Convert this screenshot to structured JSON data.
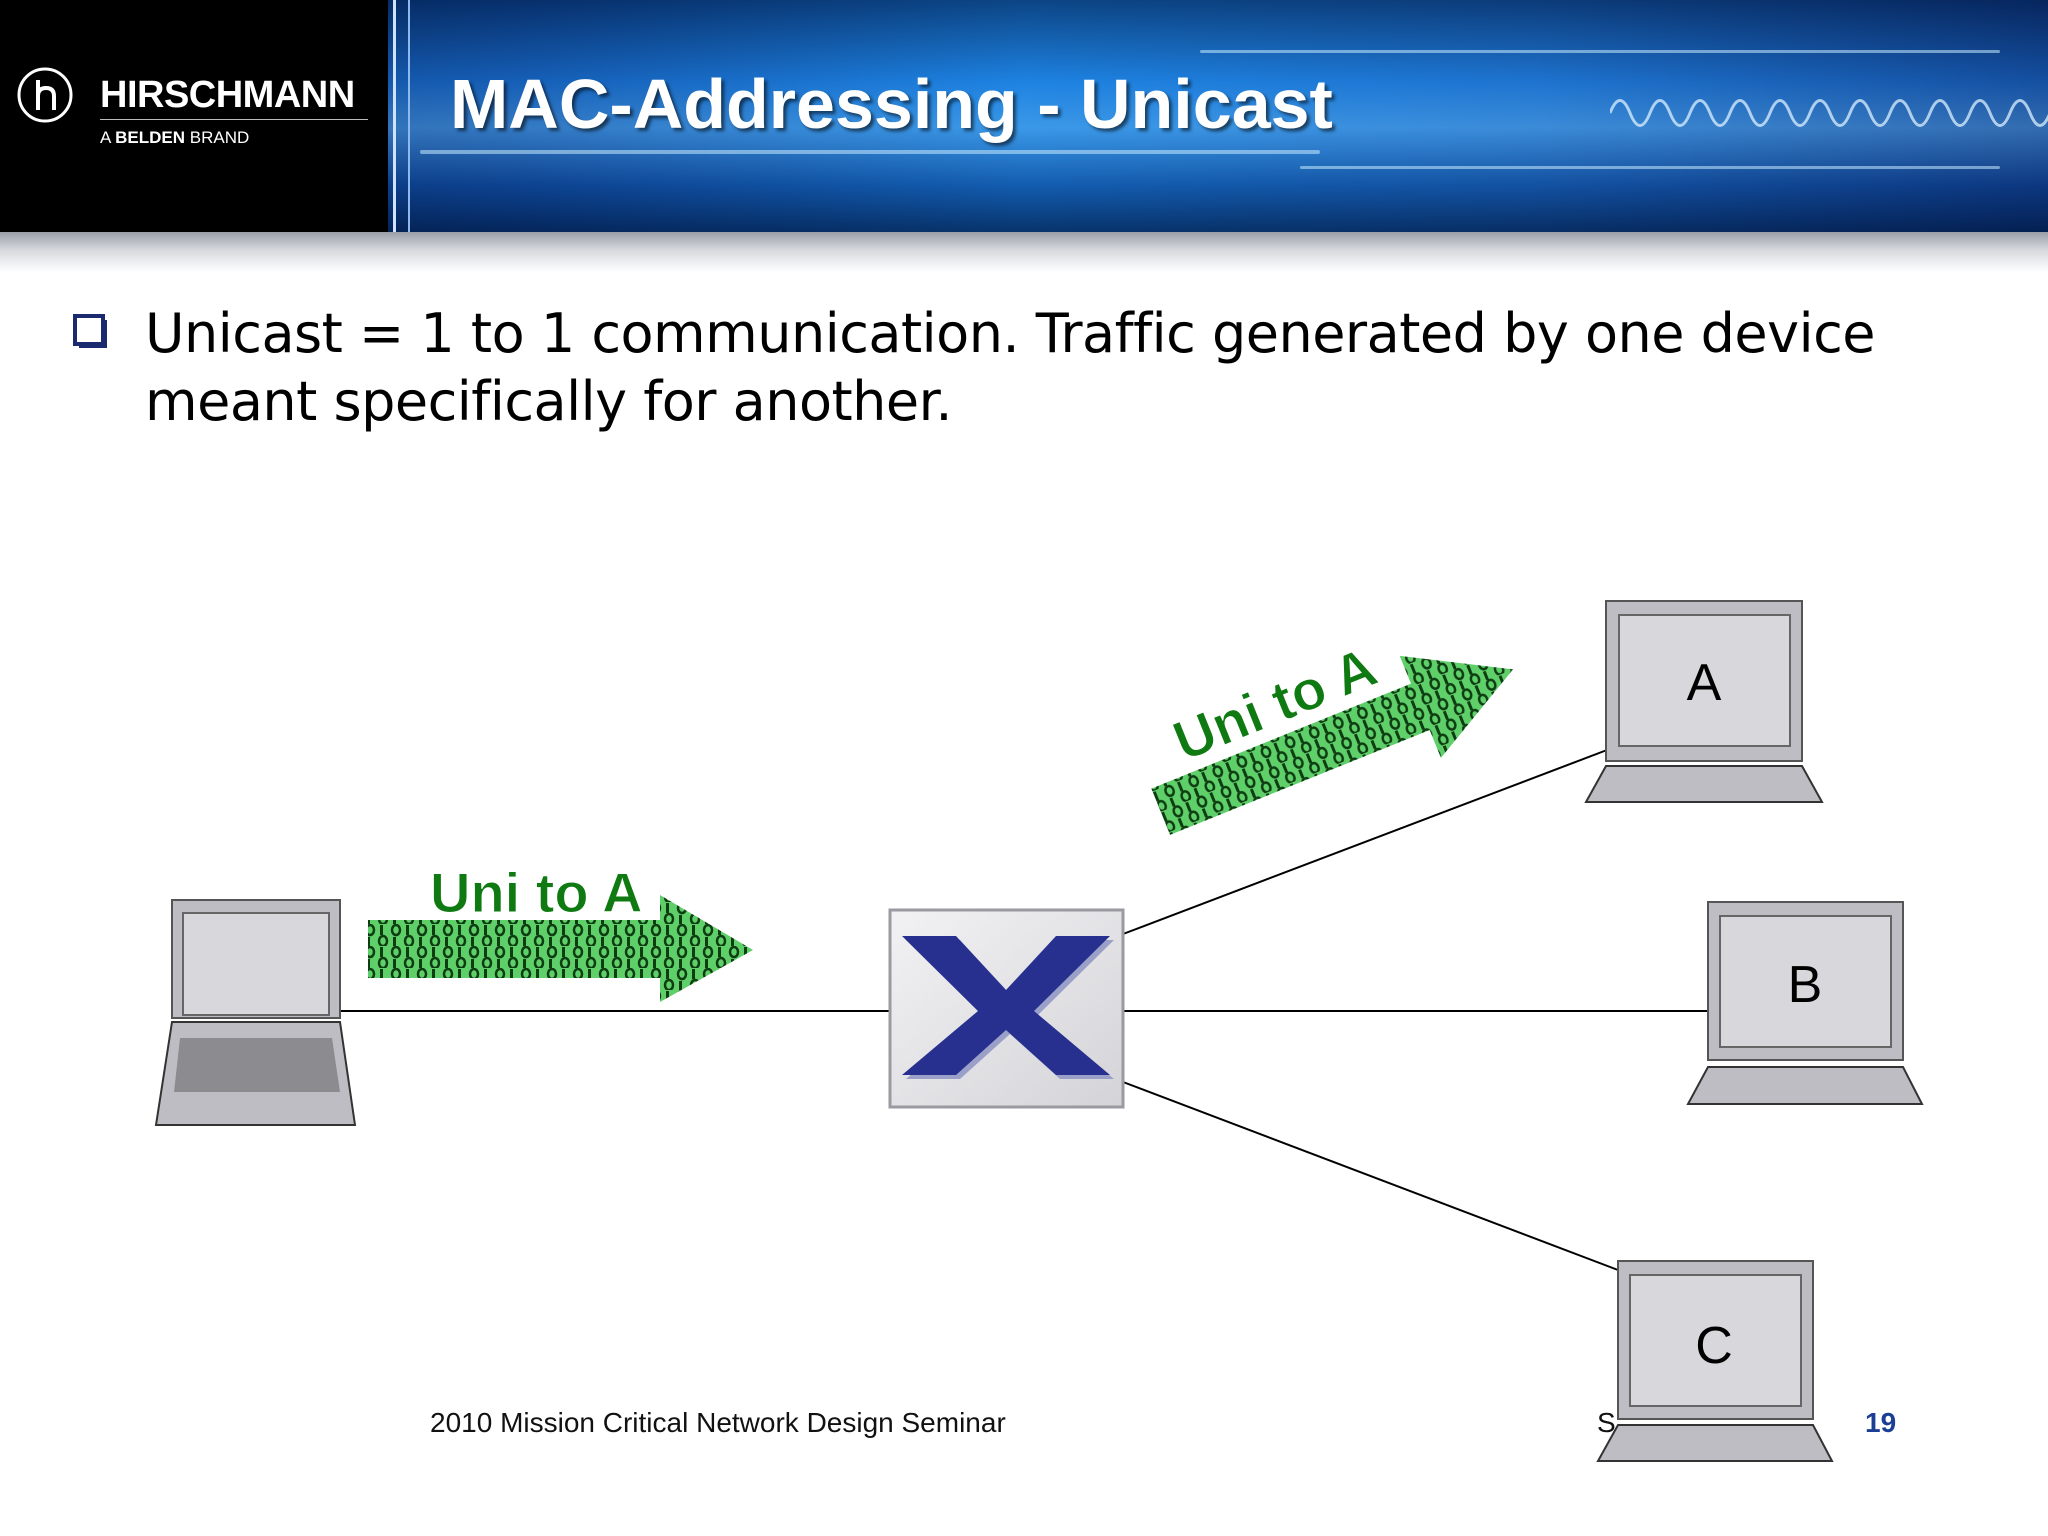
{
  "brand": {
    "name": "HIRSCHMANN",
    "tagline_prefix": "A ",
    "tagline_bold": "BELDEN",
    "tagline_suffix": " BRAND"
  },
  "slide": {
    "title": "MAC-Addressing - Unicast",
    "bullet": "Unicast = 1 to 1 communication. Traffic generated by one device meant specifically for another."
  },
  "diagram": {
    "source_arrow_label": "Uni to A",
    "target_arrow_label": "Uni to A",
    "devices": {
      "a": "A",
      "b": "B",
      "c": "C"
    }
  },
  "footer": {
    "seminar": "2010 Mission Critical Network Design Seminar",
    "date_partial": "S",
    "page": "19"
  },
  "colors": {
    "header_blue": "#1a6bc4",
    "arrow_text_green": "#0f7a12",
    "switch_blue": "#28308f",
    "page_number_blue": "#1b3f95"
  }
}
